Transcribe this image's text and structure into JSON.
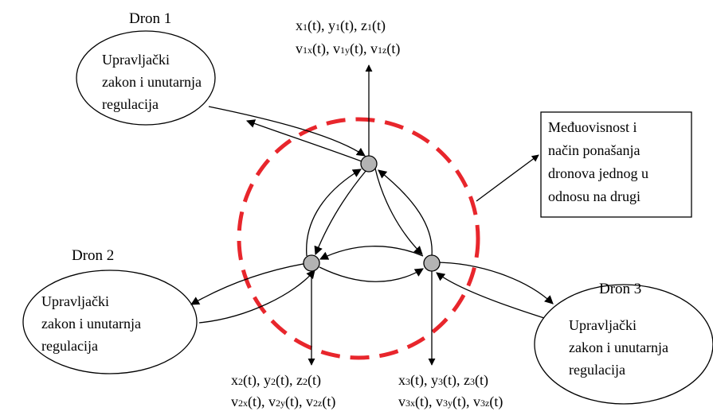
{
  "drones": [
    {
      "title": "Dron 1",
      "lines": [
        "Upravljački",
        "zakon i unutarnja",
        "regulacija"
      ]
    },
    {
      "title": "Dron 2",
      "lines": [
        "Upravljački",
        "zakon i unutarnja",
        "regulacija"
      ]
    },
    {
      "title": "Dron 3",
      "lines": [
        "Upravljački",
        "zakon i unutarnja",
        "regulacija"
      ]
    }
  ],
  "box": {
    "lines": [
      "Međuovisnost i",
      "način ponašanja",
      "dronova jednog u",
      "odnosu na drugi"
    ]
  },
  "colors": {
    "circle": "#e8262c",
    "node": "#b3b3b3",
    "line": "#000000"
  },
  "states": {
    "n1": {
      "pos": [
        "x",
        "1",
        "(t), y",
        "1",
        "(t), z",
        "1",
        "(t)"
      ],
      "vel": [
        "v",
        "1x",
        "(t), v",
        "1y",
        "(t), v",
        "1z",
        "(t)"
      ]
    },
    "n2": {
      "pos": [
        "x",
        "2",
        "(t), y",
        "2",
        "(t), z",
        "2",
        "(t)"
      ],
      "vel": [
        "v",
        "2x",
        "(t), v",
        "2y",
        "(t), v",
        "2z",
        "(t)"
      ]
    },
    "n3": {
      "pos": [
        "x",
        "3",
        "(t), y",
        "3",
        "(t), z",
        "3",
        "(t)"
      ],
      "vel": [
        "v",
        "3x",
        "(t), v",
        "3y",
        "(t), v",
        "3z",
        "(t)"
      ]
    }
  }
}
